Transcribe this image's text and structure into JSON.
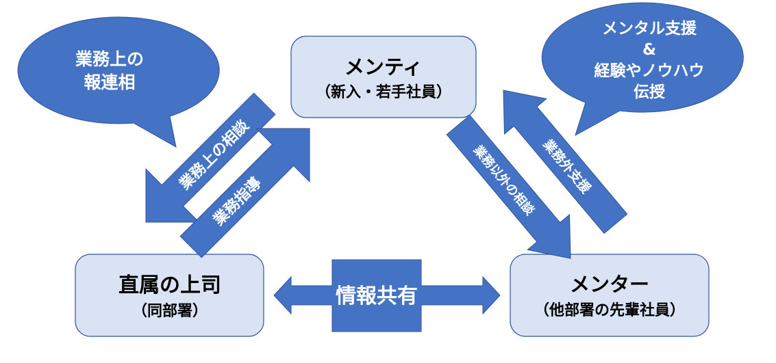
{
  "diagram": {
    "title": "",
    "colors": {
      "accent": "#4472c4",
      "accent_border": "#2f5597",
      "box_fill": "#dae3f3",
      "text_dark": "#000000",
      "text_light": "#ffffff"
    },
    "nodes": {
      "mentee": {
        "title": "メンティ",
        "subtitle": "（新入・若手社員）"
      },
      "boss": {
        "title": "直属の上司",
        "subtitle": "（同部署）"
      },
      "mentor": {
        "title": "メンター",
        "subtitle": "（他部署の先輩社員）"
      }
    },
    "bubbles": {
      "left": {
        "lines": [
          "業務上の",
          "報連相"
        ]
      },
      "right": {
        "lines": [
          "メンタル支援",
          "&",
          "経験やノウハウ",
          "伝授"
        ]
      }
    },
    "arrows": {
      "mentee_to_boss": {
        "label": "業務上の相談",
        "from": "mentee",
        "to": "boss"
      },
      "boss_to_mentee": {
        "label": "業務指導",
        "from": "boss",
        "to": "mentee"
      },
      "mentee_to_mentor": {
        "label": "業務以外の相談",
        "from": "mentee",
        "to": "mentor"
      },
      "mentor_to_mentee": {
        "label": "業務外支援",
        "from": "mentor",
        "to": "mentee"
      },
      "boss_mentor_share": {
        "label": "情報共有",
        "from": "boss",
        "to": "mentor",
        "bidirectional": true
      }
    }
  }
}
